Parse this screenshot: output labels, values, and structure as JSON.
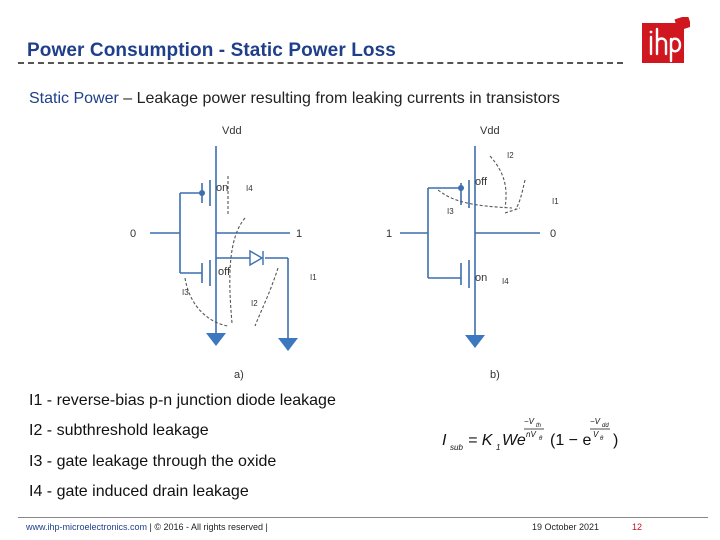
{
  "slide": {
    "title": "Power Consumption - Static Power Loss",
    "subtitle_key": "Static Power",
    "subtitle_rest": " – Leakage power resulting from leaking currents in transistors"
  },
  "circuit_a": {
    "vdd": "Vdd",
    "input": "0",
    "output": "1",
    "top_state": "on",
    "bottom_state": "off",
    "label_i4": "I4",
    "label_i1": "I1",
    "label_i2": "I2",
    "label_i3": "I3",
    "caption": "a)"
  },
  "circuit_b": {
    "vdd": "Vdd",
    "input": "1",
    "output": "0",
    "top_state": "off",
    "bottom_state": "on",
    "label_i2": "I2",
    "label_i1": "I1",
    "label_i3": "I3",
    "label_i4": "I4",
    "caption": "b)"
  },
  "bullets": [
    "I1 - reverse-bias p-n junction diode leakage",
    "I2 - subthreshold leakage",
    "I3 - gate leakage through the oxide",
    "I4 - gate induced drain leakage"
  ],
  "formula": {
    "lhs": "I",
    "lhs_sub": "sub",
    "eq": "= K",
    "k_sub": "1",
    "we": "We",
    "exp1_num": "−V",
    "exp1_num_sub": "th",
    "exp1_den": "nV",
    "exp1_den_sub": "θ",
    "paren_open": "(1 − e",
    "exp2_num": "−V",
    "exp2_num_sub": "dd",
    "exp2_den": "V",
    "exp2_den_sub": "θ",
    "paren_close": ")"
  },
  "footer": {
    "link": "www.ihp-microelectronics.com",
    "rights": " | © 2016 - All rights reserved |",
    "date": "19 October 2021",
    "page": "12"
  },
  "colors": {
    "title": "#1f3f8a",
    "logo_red": "#d0161f",
    "circuit_line": "#3b6fb0",
    "ground": "#3b78c0",
    "page_number": "#c0141c"
  }
}
